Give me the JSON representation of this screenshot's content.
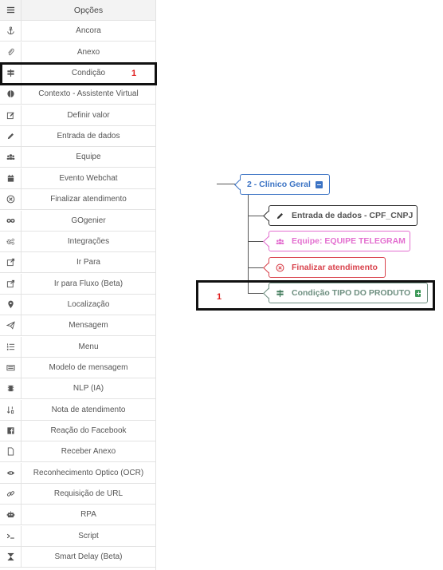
{
  "sidebar": {
    "header": {
      "label": "Opções",
      "icon": "menu-icon"
    },
    "items": [
      {
        "label": "Âncora",
        "icon": "anchor-icon"
      },
      {
        "label": "Anexo",
        "icon": "paperclip-icon"
      },
      {
        "label": "Condição",
        "icon": "signpost-icon"
      },
      {
        "label": "Contexto - Assistente Virtual",
        "icon": "brain-icon"
      },
      {
        "label": "Definir valor",
        "icon": "edit-icon"
      },
      {
        "label": "Entrada de dados",
        "icon": "pencil-icon"
      },
      {
        "label": "Equipe",
        "icon": "users-icon"
      },
      {
        "label": "Evento Webchat",
        "icon": "calendar-icon"
      },
      {
        "label": "Finalizar atendimento",
        "icon": "circle-x-icon"
      },
      {
        "label": "GOgenier",
        "icon": "infinity-icon"
      },
      {
        "label": "Integrações",
        "icon": "cogs-icon"
      },
      {
        "label": "Ir Para",
        "icon": "external-link-icon"
      },
      {
        "label": "Ir para Fluxo (Beta)",
        "icon": "external-link-icon"
      },
      {
        "label": "Localização",
        "icon": "map-marker-icon"
      },
      {
        "label": "Mensagem",
        "icon": "paper-plane-icon"
      },
      {
        "label": "Menu",
        "icon": "list-ol-icon"
      },
      {
        "label": "Modelo de mensagem",
        "icon": "keyboard-icon"
      },
      {
        "label": "NLP (IA)",
        "icon": "chip-icon"
      },
      {
        "label": "Nota de atendimento",
        "icon": "sort-numeric-icon"
      },
      {
        "label": "Reação do Facebook",
        "icon": "facebook-icon"
      },
      {
        "label": "Receber Anexo",
        "icon": "file-icon"
      },
      {
        "label": "Reconhecimento Óptico (OCR)",
        "icon": "eye-icon"
      },
      {
        "label": "Requisição de URL",
        "icon": "link-icon"
      },
      {
        "label": "RPA",
        "icon": "robot-icon"
      },
      {
        "label": "Script",
        "icon": "terminal-icon"
      },
      {
        "label": "Smart Delay (Beta)",
        "icon": "hourglass-icon"
      }
    ],
    "annotation_number": "1"
  },
  "flow": {
    "root": {
      "label": "2 - Clínico Geral",
      "icon": "minus-square-icon"
    },
    "children": [
      {
        "label": "Entrada de dados - CPF_CNPJ",
        "icon": "pencil-icon"
      },
      {
        "label": "Equipe: EQUIPE TELEGRAM",
        "icon": "users-icon"
      },
      {
        "label": "Finalizar atendimento",
        "icon": "circle-x-icon"
      },
      {
        "label": "Condição TIPO DO PRODUTO",
        "icon": "signpost-icon",
        "trailing_icon": "plus-square-icon"
      }
    ],
    "annotation_number": "1"
  },
  "colors": {
    "root": "#3b73c4",
    "entrada": "#333333",
    "equipe": "#e36fd0",
    "finalizar": "#d9434d",
    "condicao": "#6e8f80",
    "condicao_plus": "#3f9a5a",
    "highlight": "#111111",
    "annotation": "#e02020"
  }
}
